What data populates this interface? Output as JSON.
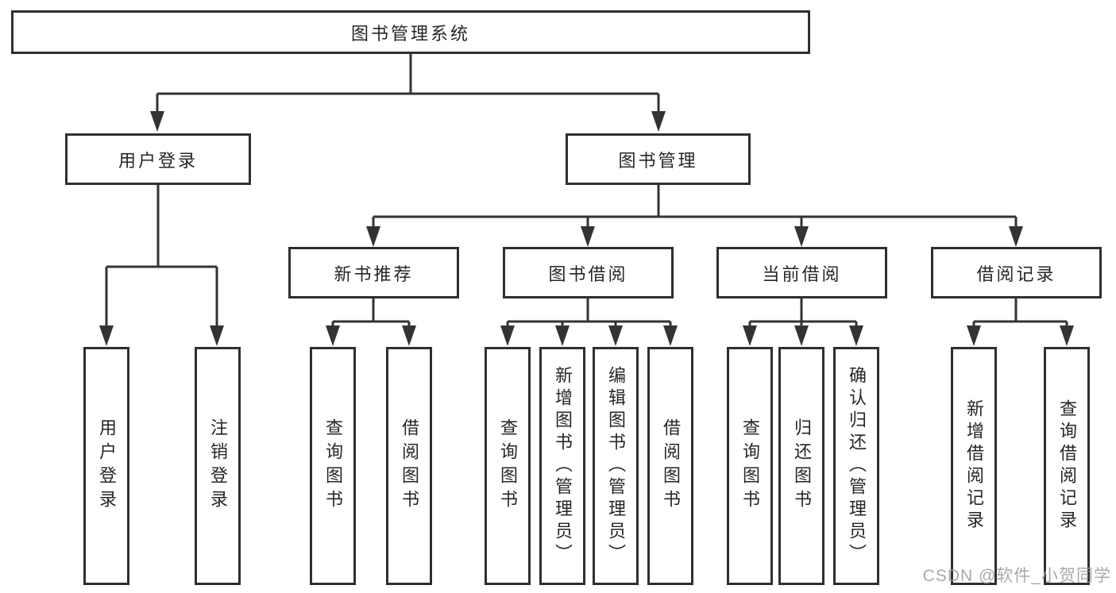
{
  "diagram": {
    "root": {
      "label": "图书管理系统"
    },
    "branches": [
      {
        "label": "用户登录",
        "children": [
          {
            "label": "用户登录"
          },
          {
            "label": "注销登录"
          }
        ]
      },
      {
        "label": "图书管理",
        "children": [
          {
            "label": "新书推荐",
            "children": [
              {
                "label": "查询图书"
              },
              {
                "label": "借阅图书"
              }
            ]
          },
          {
            "label": "图书借阅",
            "children": [
              {
                "label": "查询图书"
              },
              {
                "label": "新增图书（管理员）"
              },
              {
                "label": "编辑图书（管理员）"
              },
              {
                "label": "借阅图书"
              }
            ]
          },
          {
            "label": "当前借阅",
            "children": [
              {
                "label": "查询图书"
              },
              {
                "label": "归还图书"
              },
              {
                "label": "确认归还（管理员）"
              }
            ]
          },
          {
            "label": "借阅记录",
            "children": [
              {
                "label": "新增借阅记录"
              },
              {
                "label": "查询借阅记录"
              }
            ]
          }
        ]
      }
    ]
  },
  "watermark": {
    "text": "CSDN @软件_小贺同学"
  },
  "colors": {
    "line": "#333333",
    "box_border": "#2f2f2f",
    "text": "#262626",
    "background": "#ffffff",
    "watermark": "#9da1a5"
  }
}
